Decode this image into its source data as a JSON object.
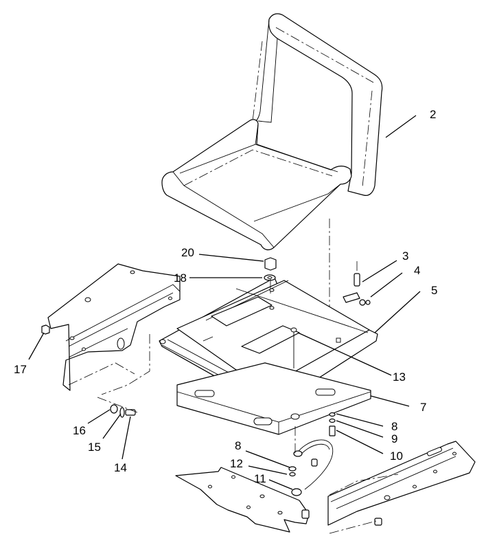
{
  "diagram": {
    "callouts": [
      {
        "id": "2",
        "label": "2"
      },
      {
        "id": "3",
        "label": "3"
      },
      {
        "id": "4",
        "label": "4"
      },
      {
        "id": "5",
        "label": "5"
      },
      {
        "id": "7",
        "label": "7"
      },
      {
        "id": "8a",
        "label": "8"
      },
      {
        "id": "9",
        "label": "9"
      },
      {
        "id": "10",
        "label": "10"
      },
      {
        "id": "13",
        "label": "13"
      },
      {
        "id": "20",
        "label": "20"
      },
      {
        "id": "18",
        "label": "18"
      },
      {
        "id": "17",
        "label": "17"
      },
      {
        "id": "16",
        "label": "16"
      },
      {
        "id": "15",
        "label": "15"
      },
      {
        "id": "14",
        "label": "14"
      },
      {
        "id": "8b",
        "label": "8"
      },
      {
        "id": "12",
        "label": "12"
      },
      {
        "id": "11",
        "label": "11"
      }
    ]
  }
}
